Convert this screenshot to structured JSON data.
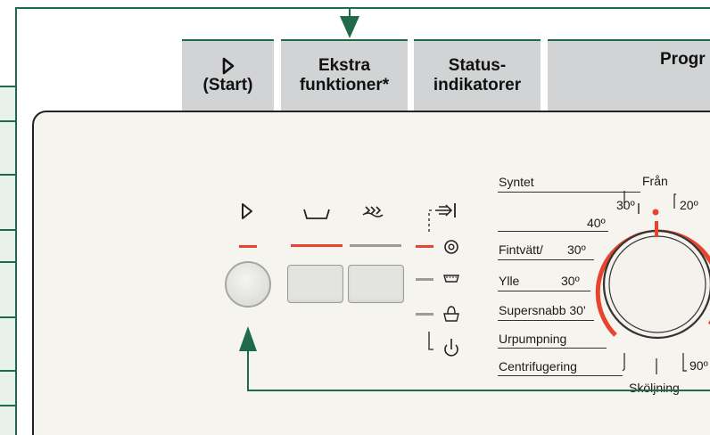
{
  "header": {
    "tabs": [
      {
        "id": "start",
        "icon": "start-triangle-icon",
        "line1": "",
        "line2": "(Start)"
      },
      {
        "id": "extra",
        "line1": "Ekstra",
        "line2": "funktioner*"
      },
      {
        "id": "status",
        "line1": "Status-",
        "line2": "indikatorer"
      },
      {
        "id": "program",
        "line1": "Progr",
        "line2": ""
      }
    ]
  },
  "panel": {
    "programs": [
      {
        "label": "Syntet"
      },
      {
        "label": "Fintvätt/",
        "temp": "30º"
      },
      {
        "label": "Ylle",
        "temp": "30º"
      },
      {
        "label": "Supersnabb 30'"
      },
      {
        "label": "Urpumpning"
      },
      {
        "label": "Centrifugering"
      }
    ],
    "dial": {
      "off_label": "Från",
      "temps": {
        "t30": "30º",
        "t40": "40º",
        "t20": "20º",
        "t90": "90º"
      },
      "bottom_label": "Sköljning"
    }
  },
  "colors": {
    "frame": "#1e6a4a",
    "tab_bg": "#d1d3d4",
    "panel_bg": "#f6f4ee",
    "led_red": "#e8432e",
    "led_grey": "#9b9b9b"
  }
}
